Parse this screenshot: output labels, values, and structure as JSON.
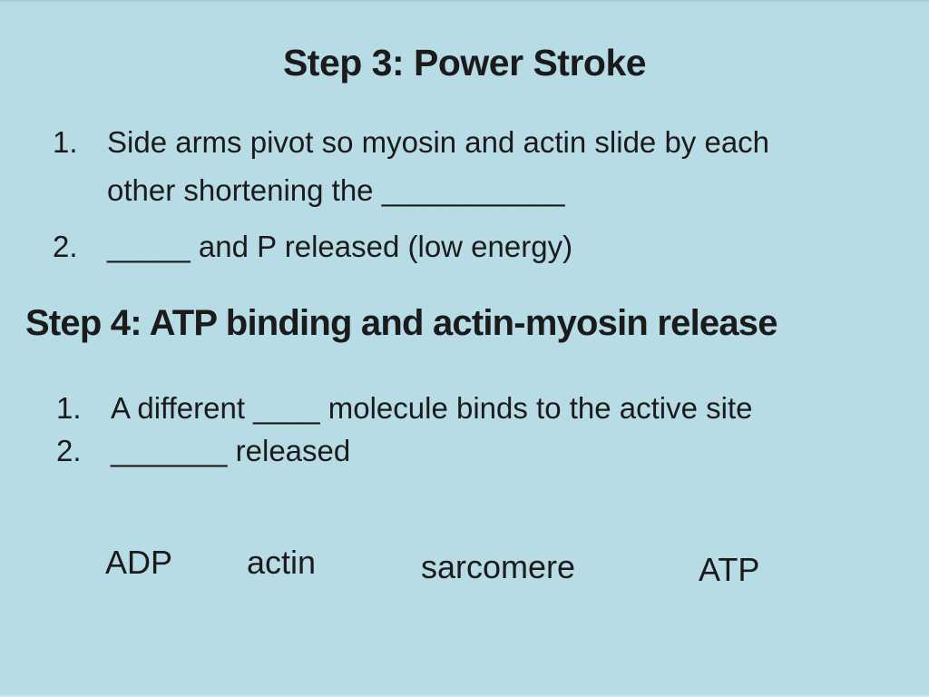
{
  "slide": {
    "background_color": "#B8DCE6",
    "text_color": "#1B1B1B",
    "step3": {
      "title": "Step 3: Power Stroke",
      "items": [
        {
          "number": "1.",
          "line1": "Side arms pivot so myosin and actin slide by each",
          "line2": "other shortening the ___________"
        },
        {
          "number": "2.",
          "line1": "_____ and P released (low energy)"
        }
      ]
    },
    "step4": {
      "title": "Step 4: ATP binding and actin-myosin release",
      "items": [
        {
          "number": "1.",
          "line1": "A different ____ molecule binds to the active site"
        },
        {
          "number": "2.",
          "line1": "_______ released"
        }
      ]
    },
    "word_bank": [
      {
        "label": "ADP"
      },
      {
        "label": "actin"
      },
      {
        "label": "sarcomere"
      },
      {
        "label": "ATP"
      }
    ]
  }
}
